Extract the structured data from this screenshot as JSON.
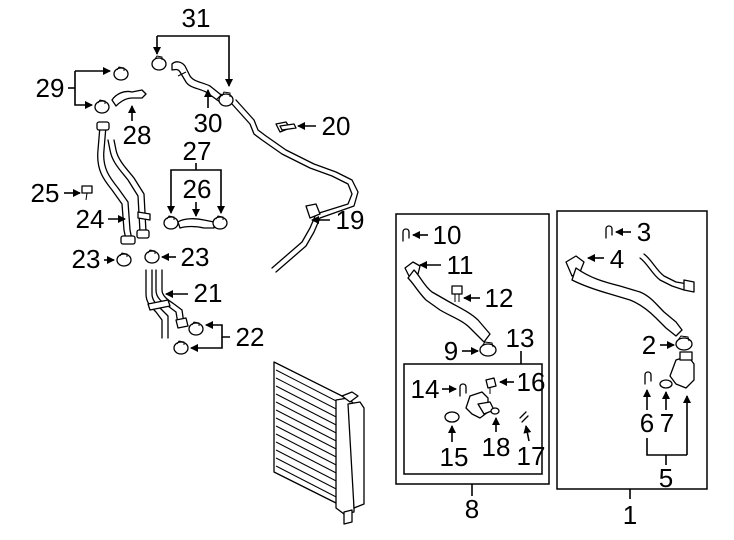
{
  "callouts": {
    "c1": "1",
    "c2": "2",
    "c3": "3",
    "c4": "4",
    "c5": "5",
    "c6": "6",
    "c7": "7",
    "c8": "8",
    "c9": "9",
    "c10": "10",
    "c11": "11",
    "c12": "12",
    "c13": "13",
    "c14": "14",
    "c15": "15",
    "c16": "16",
    "c17": "17",
    "c18": "18",
    "c19": "19",
    "c20": "20",
    "c21": "21",
    "c22": "22",
    "c23a": "23",
    "c23b": "23",
    "c24": "24",
    "c25": "25",
    "c26": "26",
    "c27": "27",
    "c28": "28",
    "c29": "29",
    "c30": "30",
    "c31": "31"
  },
  "colors": {
    "line": "#000000",
    "background": "#ffffff"
  }
}
